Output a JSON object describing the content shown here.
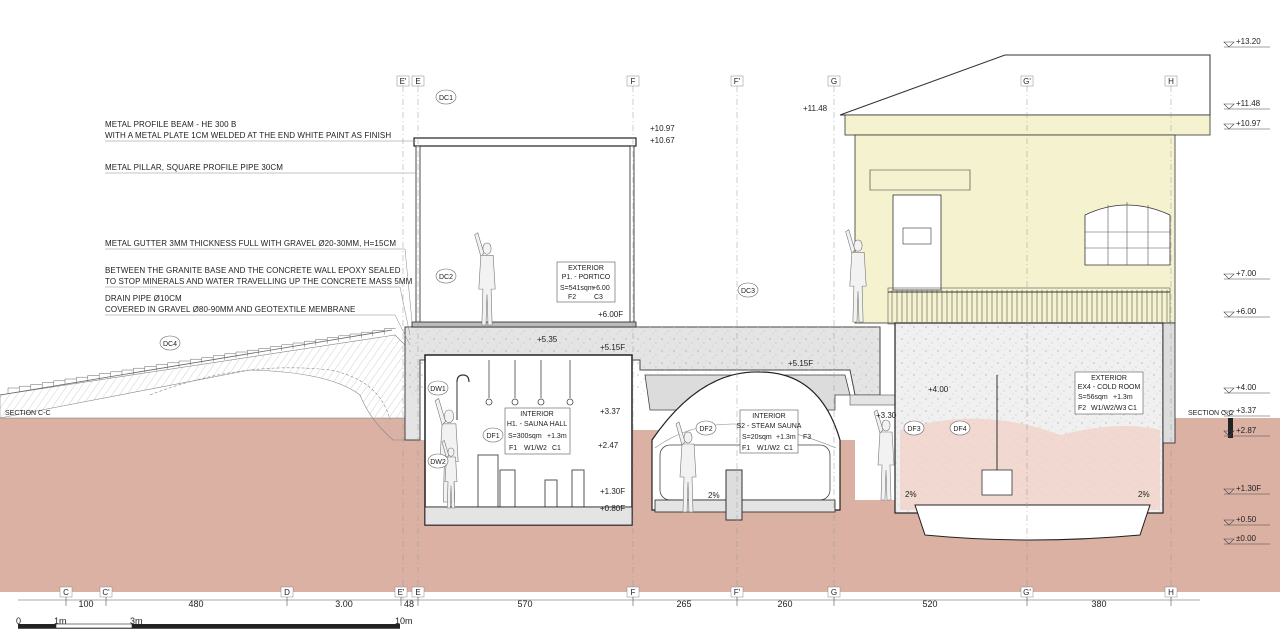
{
  "notes": [
    "METAL PROFILE BEAM - HE 300 B",
    "WITH A METAL PLATE 1CM WELDED AT THE END  WHITE PAINT AS FINISH",
    "METAL PILLAR, SQUARE PROFILE PIPE 30CM",
    "METAL GUTTER 3MM THICKNESS  FULL WITH GRAVEL Ø20-30MM, H=15CM",
    "BETWEEN THE GRANITE BASE AND THE CONCRETE WALL EPOXY SEALED",
    " TO STOP MINERALS AND WATER TRAVELLING UP THE CONCRETE MASS 5MM",
    "DRAIN PIPE Ø10CM",
    "COVERED IN  GRAVEL  Ø80-90MM AND  GEOTEXTILE MEMBRANE"
  ],
  "axes_top": [
    "E'",
    "E",
    "F",
    "F'",
    "G",
    "G'",
    "H"
  ],
  "axes_bottom": [
    "C",
    "C'",
    "D",
    "E'",
    "E",
    "F",
    "F'",
    "G",
    "G'",
    "H"
  ],
  "dimensions": [
    "100",
    "480",
    "3.00",
    "48",
    "570",
    "265",
    "260",
    "520",
    "380"
  ],
  "scale": [
    "0",
    "1m",
    "3m",
    "10m"
  ],
  "elevations_right": [
    "+13.20",
    "+11.48",
    "+10.97",
    "+7.00",
    "+6.00",
    "+4.00",
    "+3.37",
    "+2.87",
    "+1.30F",
    "+0.50",
    "±0.00"
  ],
  "elevations_inner": {
    "portico_top1": "+10.97",
    "portico_top2": "+10.67",
    "eave": "+11.48",
    "e600f": "+6.00F",
    "e535": "+5.35",
    "e515f_a": "+5.15F",
    "e515f_b": "+5.15F",
    "e400": "+4.00",
    "e337": "+3.37",
    "e330": "+3.30",
    "e247": "+2.47",
    "e130f": "+1.30F",
    "e080f": "+0.80F"
  },
  "tags": {
    "dc1": "DC1",
    "dc2": "DC2",
    "dc3": "DC3",
    "dc4": "DC4",
    "dw1": "DW1",
    "dw2": "DW2",
    "df1": "DF1",
    "df2": "DF2",
    "df3": "DF3",
    "df4": "DF4"
  },
  "section_left": "SECTION C-C",
  "section_right": "SECTION C-C",
  "slopes": [
    "2%",
    "2%",
    "2%"
  ],
  "rooms": {
    "portico": {
      "type": "EXTERIOR",
      "name": "P1. - PORTICO",
      "area": "S=541sqm",
      "level": "+6.00",
      "f": "F2",
      "c": "C3"
    },
    "sauna": {
      "type": "INTERIOR",
      "name": "H1. - SAUNA HALL",
      "area": "S=300sqm",
      "level": "+1.3m",
      "f": "F1",
      "w": "W1/W2",
      "c": "C1"
    },
    "steam": {
      "type": "INTERIOR",
      "name": "S2 - STEAM SAUNA",
      "area": "S=20sqm",
      "level": "+1.3m",
      "f": "F1",
      "w": "W1/W2",
      "c": "C1",
      "extra": "F3"
    },
    "cold": {
      "type": "EXTERIOR",
      "name": "EX4 - COLD ROOM",
      "area": "S=56sqm",
      "level": "+1.3m",
      "f": "F2",
      "w": "W1/W2/W3",
      "c": "C1"
    }
  },
  "colors": {
    "earth": "#dbb1a3",
    "earth_line": "#c89a8a",
    "concrete": "#e4e4e4",
    "building": "#f5f2cf",
    "water": "#f1d2c8"
  }
}
